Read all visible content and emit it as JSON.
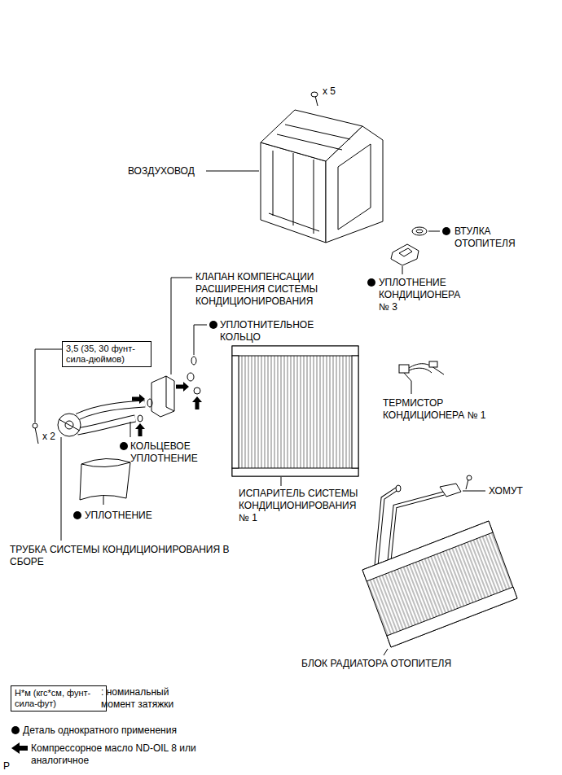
{
  "diagram": {
    "nodes": [
      {
        "text": [
          "3,5 (35, 30 фунт-сила-дюймов)"
        ]
      },
      {
        "text": [
          "Н*м (кгс*см, фунт-сила-фут)"
        ]
      }
    ],
    "labels": [
      "x 5",
      "ВОЗДУХОВОД",
      "ВТУЛКА ОТОПИТЕЛЯ",
      "КЛАПАН КОМПЕНСАЦИИ РАСШИРЕНИЯ СИСТЕМЫ КОНДИЦИОНИРОВАНИЯ",
      "УПЛОТНИТЕЛЬНОЕ КОЛЬЦО",
      "УПЛОТНЕНИЕ КОНДИЦИОНЕРА № 3",
      "ТЕРМИСТОР КОНДИЦИОНЕРА № 1",
      "x 2",
      "КОЛЬЦЕВОЕ УПЛОТНЕНИЕ",
      "ИСПАРИТЕЛЬ СИСТЕМЫ КОНДИЦИОНИРОВАНИЯ № 1",
      "ХОМУТ",
      "УПЛОТНЕНИЕ",
      "ТРУБКА СИСТЕМЫ КОНДИЦИОНИРОВАНИЯ В СБОРЕ",
      "БЛОК РАДИАТОРА ОТОПИТЕЛЯ",
      "P"
    ],
    "legend": [
      {
        "text": ": номинальный момент затяжки"
      },
      {
        "text": "Деталь однократного применения"
      },
      {
        "text": "Компрессорное масло ND-OIL 8 или аналогичное"
      }
    ]
  }
}
